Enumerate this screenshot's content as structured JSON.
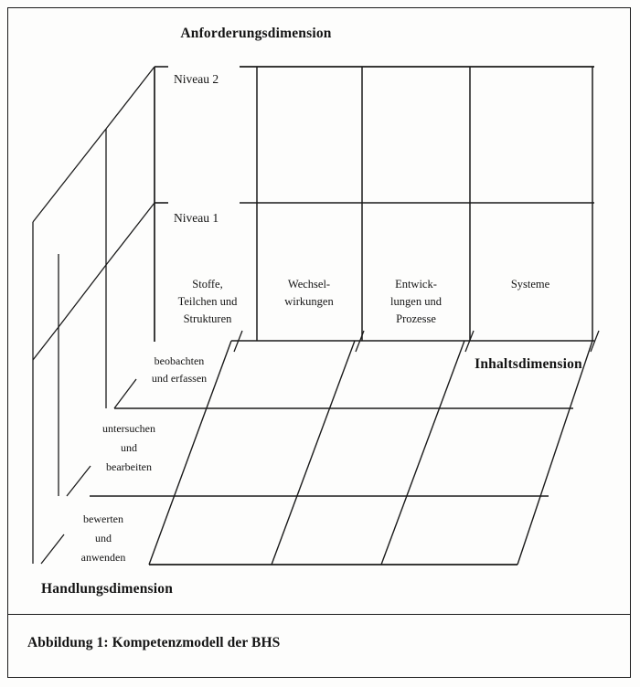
{
  "figure": {
    "caption": "Abbildung 1: Kompetenzmodell der BHS"
  },
  "axes": {
    "vertical_title": "Anforderungsdimension",
    "horizontal_title": "Inhaltsdimension",
    "depth_title": "Handlungsdimension"
  },
  "requirement_levels": [
    {
      "label": "Niveau 2"
    },
    {
      "label": "Niveau 1"
    }
  ],
  "content_columns": [
    {
      "line1": "Stoffe,",
      "line2": "Teilchen und",
      "line3": "Strukturen"
    },
    {
      "line1": "Wechsel-",
      "line2": "wirkungen",
      "line3": ""
    },
    {
      "line1": "Entwick-",
      "line2": "lungen und",
      "line3": "Prozesse"
    },
    {
      "line1": "Systeme",
      "line2": "",
      "line3": ""
    }
  ],
  "action_levels": [
    {
      "line1": "beobachten",
      "line2": "und erfassen",
      "line3": ""
    },
    {
      "line1": "untersuchen",
      "line2": "und",
      "line3": "bearbeiten"
    },
    {
      "line1": "bewerten",
      "line2": "und",
      "line3": "anwenden"
    }
  ],
  "colors": {
    "ink": "#1b1b1b",
    "paper": "#fdfdfc"
  }
}
